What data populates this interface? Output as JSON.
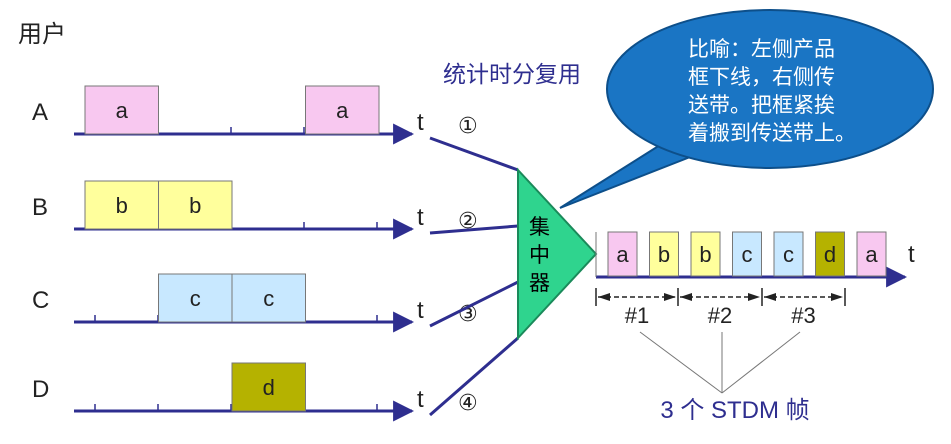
{
  "users_label": "用户",
  "title": "统计时分复用",
  "bubble_text": [
    "比喻：左侧产品",
    "框下线，右侧传",
    "送带。把框紧挨",
    "着搬到传送带上。"
  ],
  "concentrator_label": [
    "集",
    "中",
    "器"
  ],
  "time_label": "t",
  "users": [
    {
      "name": "A",
      "port": "①",
      "blocks": [
        {
          "label": "a",
          "slot": 0
        },
        {
          "label": "a",
          "slot": 3
        }
      ]
    },
    {
      "name": "B",
      "port": "②",
      "blocks": [
        {
          "label": "b",
          "slot": 0
        },
        {
          "label": "b",
          "slot": 1
        }
      ]
    },
    {
      "name": "C",
      "port": "③",
      "blocks": [
        {
          "label": "c",
          "slot": 1
        },
        {
          "label": "c",
          "slot": 2
        }
      ]
    },
    {
      "name": "D",
      "port": "④",
      "blocks": [
        {
          "label": "d",
          "slot": 2
        }
      ]
    }
  ],
  "output_cells": [
    "a",
    "b",
    "b",
    "c",
    "c",
    "d",
    "a"
  ],
  "frames": [
    "#1",
    "#2",
    "#3"
  ],
  "frame_caption": "3 个 STDM 帧",
  "colors": {
    "a": "#f8c8f0",
    "b": "#ffff9c",
    "c": "#c8e8ff",
    "d": "#b5b200",
    "line": "#2e2e8f",
    "concentrator": "#2fd48e",
    "bubble": "#1a75c4"
  }
}
